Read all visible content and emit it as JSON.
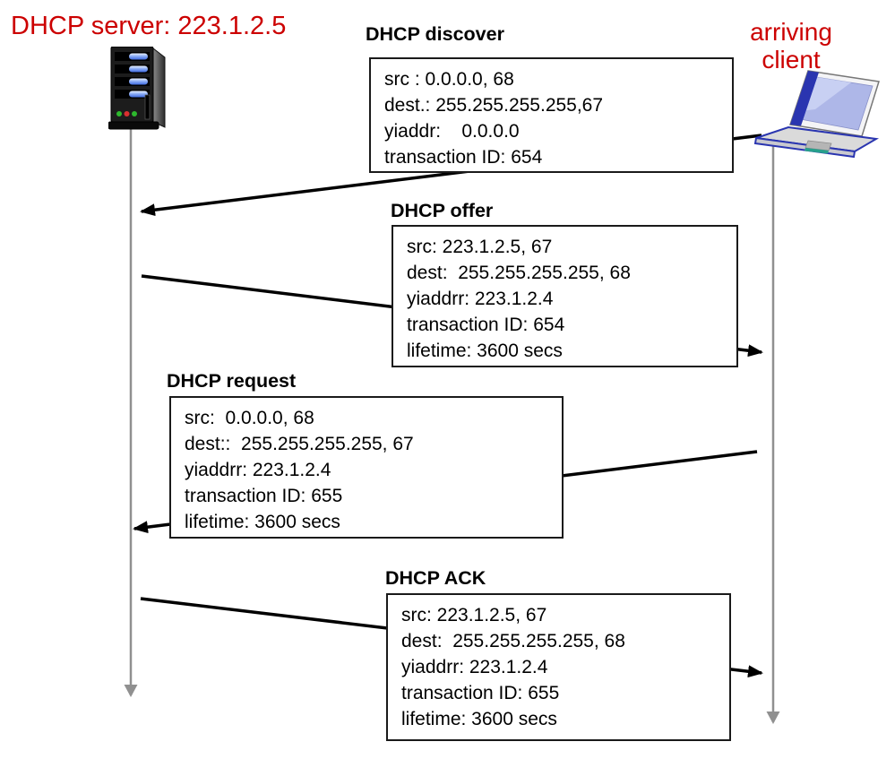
{
  "actors": {
    "server": {
      "label": "DHCP server: 223.1.2.5",
      "icon": "server-tower-icon"
    },
    "client": {
      "label": "arriving\nclient",
      "icon": "laptop-icon"
    }
  },
  "messages": [
    {
      "title": "DHCP discover",
      "from": "client",
      "to": "server",
      "lines": [
        "src : 0.0.0.0, 68",
        "dest.: 255.255.255.255,67",
        "yiaddr:    0.0.0.0",
        "transaction ID: 654"
      ]
    },
    {
      "title": "DHCP offer",
      "from": "server",
      "to": "client",
      "lines": [
        "src: 223.1.2.5, 67",
        "dest:  255.255.255.255, 68",
        "yiaddrr: 223.1.2.4",
        "transaction ID: 654",
        "lifetime: 3600 secs"
      ]
    },
    {
      "title": "DHCP request",
      "from": "client",
      "to": "server",
      "lines": [
        "src:  0.0.0.0, 68",
        "dest::  255.255.255.255, 67",
        "yiaddrr: 223.1.2.4",
        "transaction ID: 655",
        "lifetime: 3600 secs"
      ]
    },
    {
      "title": "DHCP ACK",
      "from": "server",
      "to": "client",
      "lines": [
        "src: 223.1.2.5, 67",
        "dest:  255.255.255.255, 68",
        "yiaddrr: 223.1.2.4",
        "transaction ID: 655",
        "lifetime: 3600 secs"
      ]
    }
  ],
  "colors": {
    "actor_label_red": "#cc0000",
    "message_arrow": "#000000",
    "lifeline_gray": "#909090",
    "box_border": "#1a1a1a",
    "box_fill": "#ffffff",
    "server_bay_blue": "#5b82ea",
    "laptop_trim_blue": "#2a35b0"
  }
}
